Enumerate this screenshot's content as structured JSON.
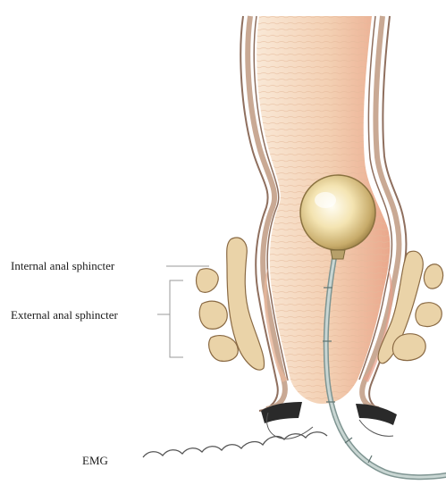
{
  "labels": {
    "internal_anal_sphincter": "Internal anal sphincter",
    "external_anal_sphincter": "External anal sphincter",
    "emg": "EMG"
  },
  "icons": [
    "rectum-illustration",
    "balloon-probe",
    "pelvic-bone",
    "emg-electrode",
    "skin-fold"
  ],
  "colors": {
    "outer_wall": "#b79a86",
    "inner_wall": "#8f6f5e",
    "tissue_light": "#f7e2cc",
    "tissue_mid": "#f0c6a6",
    "tissue_dark": "#e8a98a",
    "bone": "#ead3a8",
    "bone_outline": "#8a6a44",
    "balloon_light": "#fffbe8",
    "balloon_dark": "#b79a55",
    "catheter": "#9fb3b0",
    "electrode": "#2a2a2a",
    "leader_line": "#9a9a9a"
  }
}
